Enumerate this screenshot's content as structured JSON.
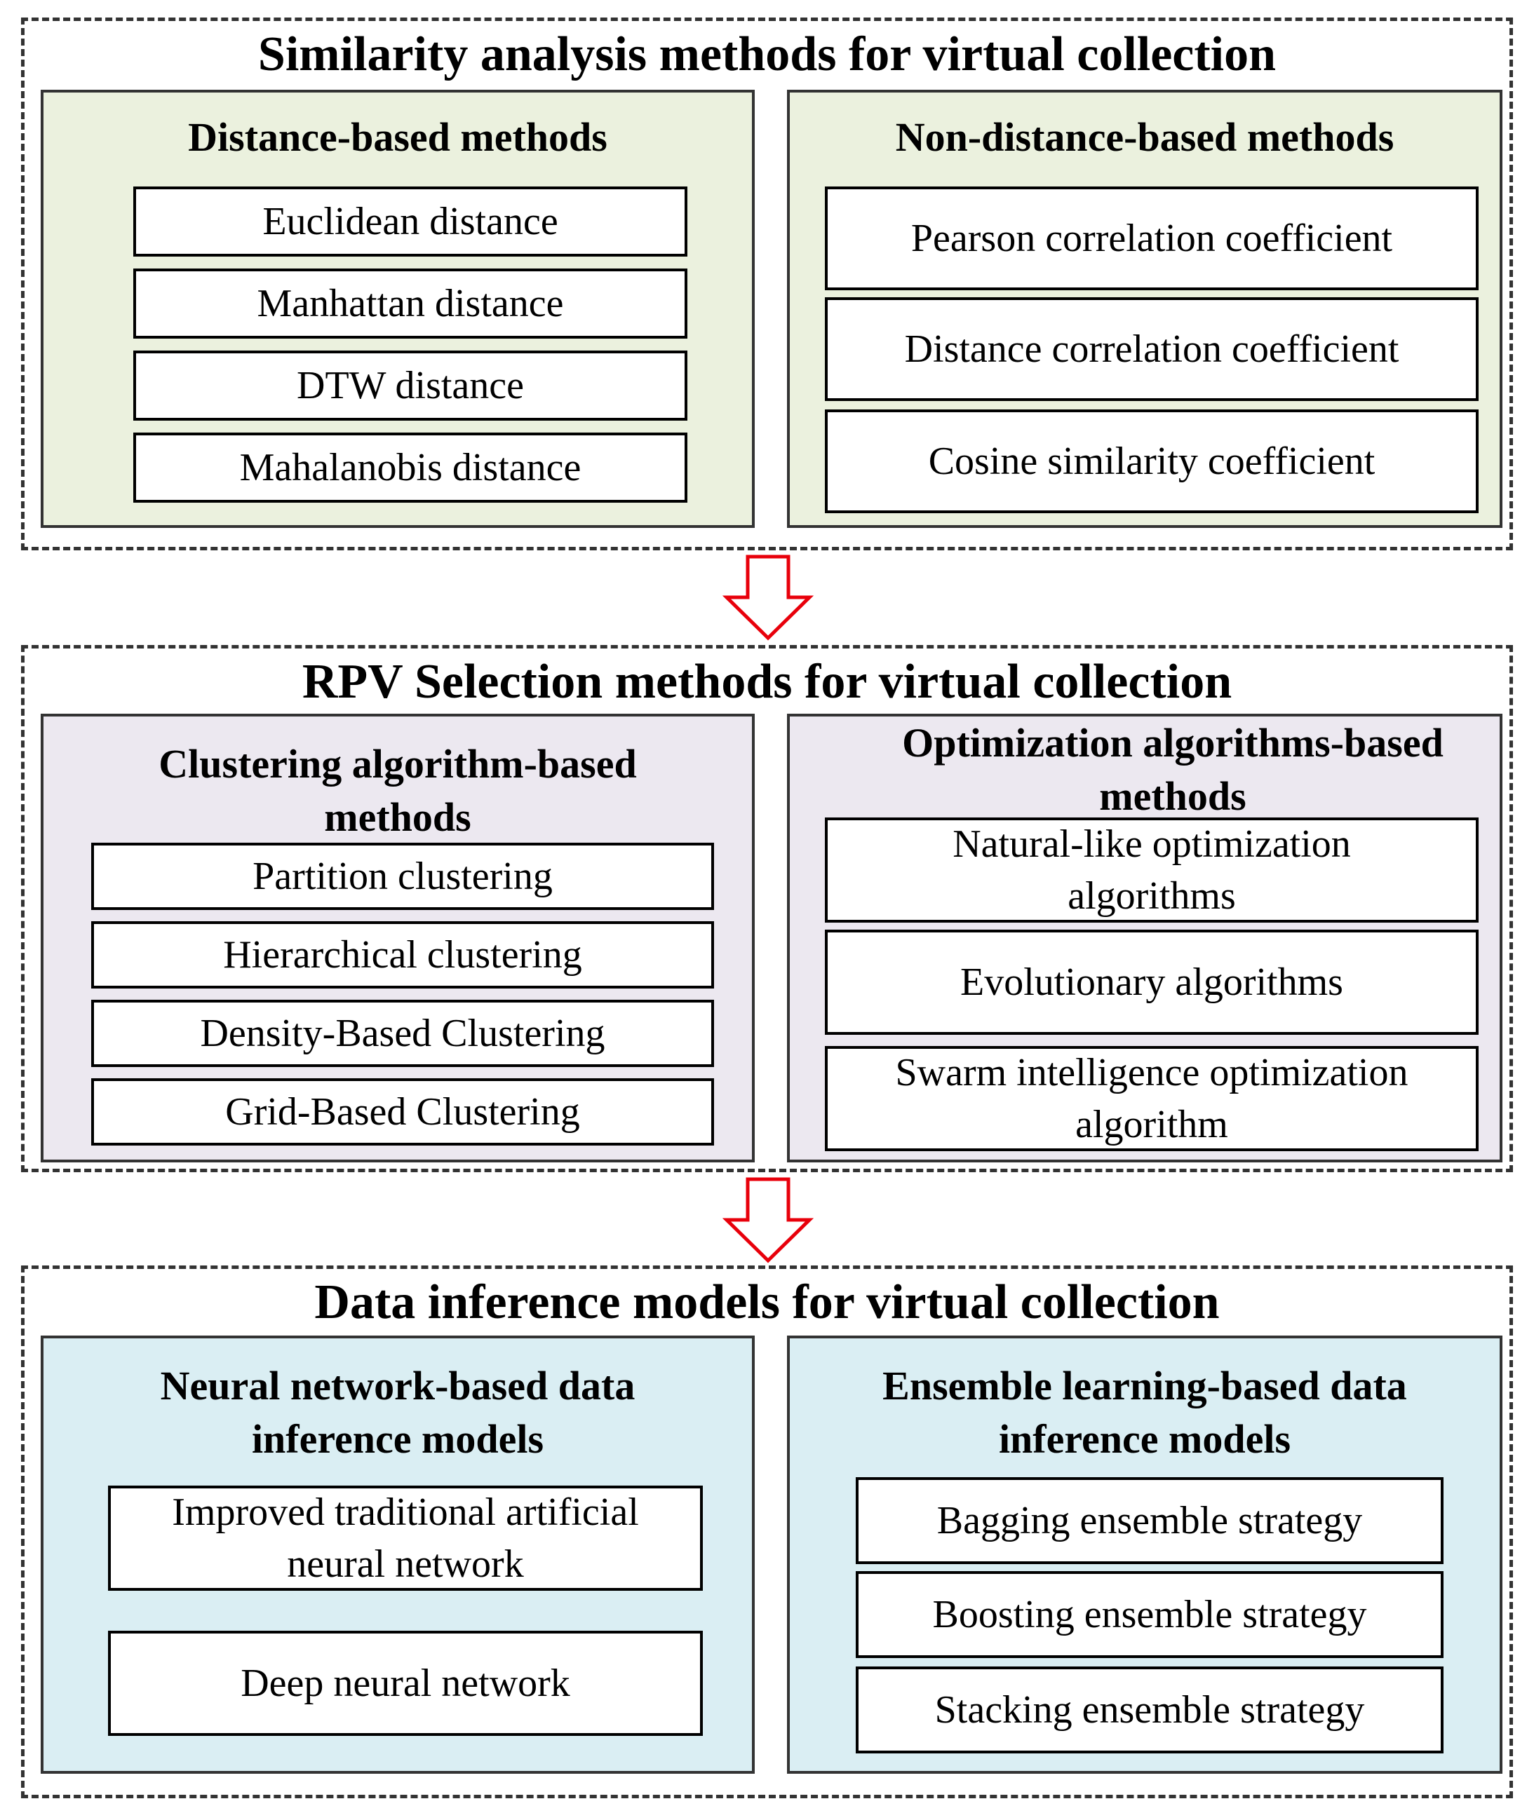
{
  "stages": [
    {
      "title": "Similarity analysis methods for virtual collection",
      "panels": [
        {
          "title": "Distance-based methods",
          "items": [
            "Euclidean distance",
            "Manhattan distance",
            "DTW distance",
            "Mahalanobis distance"
          ]
        },
        {
          "title": "Non-distance-based methods",
          "items": [
            "Pearson correlation coefficient",
            "Distance correlation coefficient",
            "Cosine similarity coefficient"
          ]
        }
      ]
    },
    {
      "title": "RPV Selection methods for virtual collection",
      "panels": [
        {
          "title": "Clustering algorithm-based methods",
          "items": [
            "Partition clustering",
            "Hierarchical clustering",
            "Density-Based Clustering",
            "Grid-Based Clustering"
          ]
        },
        {
          "title": "Optimization algorithms-based methods",
          "items": [
            "Natural-like optimization algorithms",
            "Evolutionary algorithms",
            "Swarm intelligence optimization algorithm"
          ]
        }
      ]
    },
    {
      "title": "Data inference models for virtual collection",
      "panels": [
        {
          "title": "Neural network-based data inference models",
          "items": [
            "Improved traditional artificial neural network",
            "Deep neural network"
          ]
        },
        {
          "title": "Ensemble learning-based data inference models",
          "items": [
            "Bagging ensemble strategy",
            "Boosting ensemble strategy",
            "Stacking ensemble strategy"
          ]
        }
      ]
    }
  ],
  "colors": {
    "panel_similarity": "#ebf1de",
    "panel_selection": "#ece8f0",
    "panel_inference": "#daeef3",
    "arrow": "#e8000b"
  }
}
